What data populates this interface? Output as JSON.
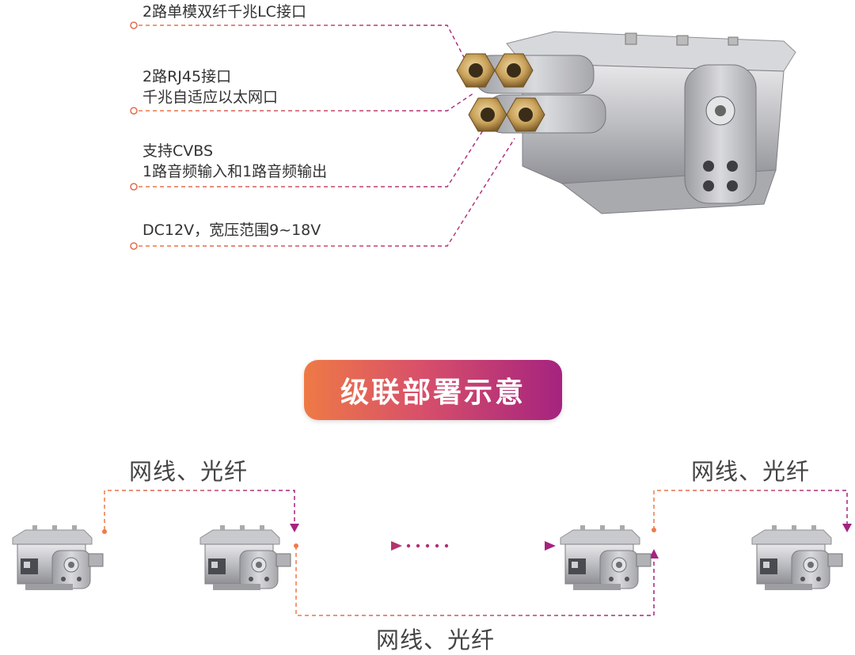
{
  "features": [
    {
      "lines": [
        "2路单模双纤千兆LC接口"
      ]
    },
    {
      "lines": [
        "2路RJ45接口",
        "千兆自适应以太网口"
      ]
    },
    {
      "lines": [
        "支持CVBS",
        "1路音频输入和1路音频输出"
      ]
    },
    {
      "lines": [
        "DC12V，宽压范围9~18V"
      ]
    }
  ],
  "section_title": "级联部署示意",
  "diagram": {
    "label_top_left": "网线、光纤",
    "label_top_right": "网线、光纤",
    "label_bottom": "网线、光纤",
    "ellipsis": "……"
  },
  "colors": {
    "accent_orange": "#ee7a45",
    "accent_magenta": "#a5237f",
    "dash": "#c8508a"
  }
}
